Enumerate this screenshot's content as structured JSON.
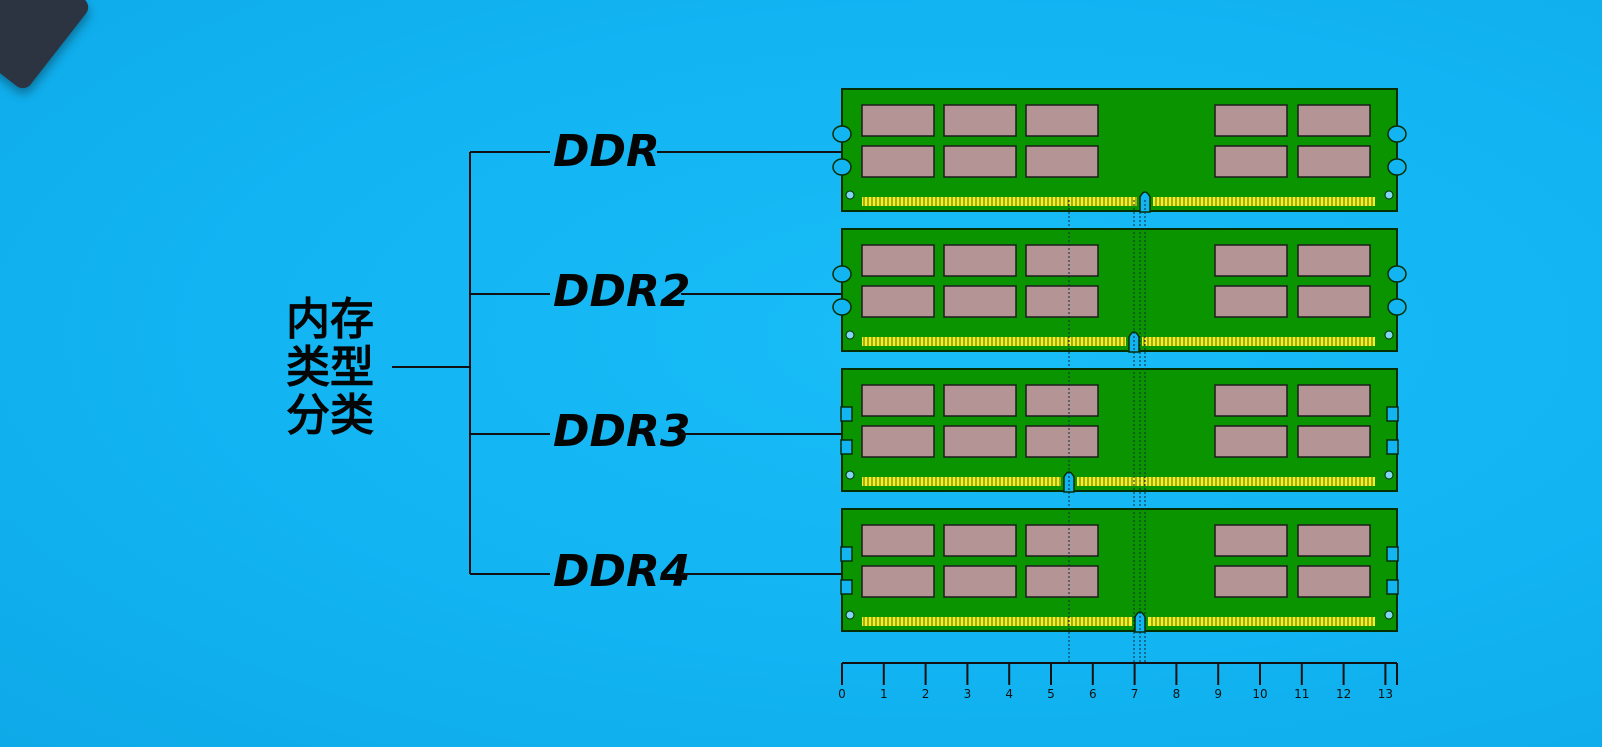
{
  "title_lines": [
    "内存",
    "类型",
    "分类"
  ],
  "types": [
    {
      "label": "DDR"
    },
    {
      "label": "DDR2"
    },
    {
      "label": "DDR3"
    },
    {
      "label": "DDR4"
    }
  ],
  "scale_ticks": [
    "0",
    "1",
    "2",
    "3",
    "4",
    "5",
    "6",
    "7",
    "8",
    "9",
    "10",
    "11",
    "12",
    "13"
  ],
  "colors": {
    "background": "#12b4f2",
    "pcb": "#0a9500",
    "chip": "#b49494",
    "pins": "#f2f22a",
    "lines": "#111111"
  }
}
